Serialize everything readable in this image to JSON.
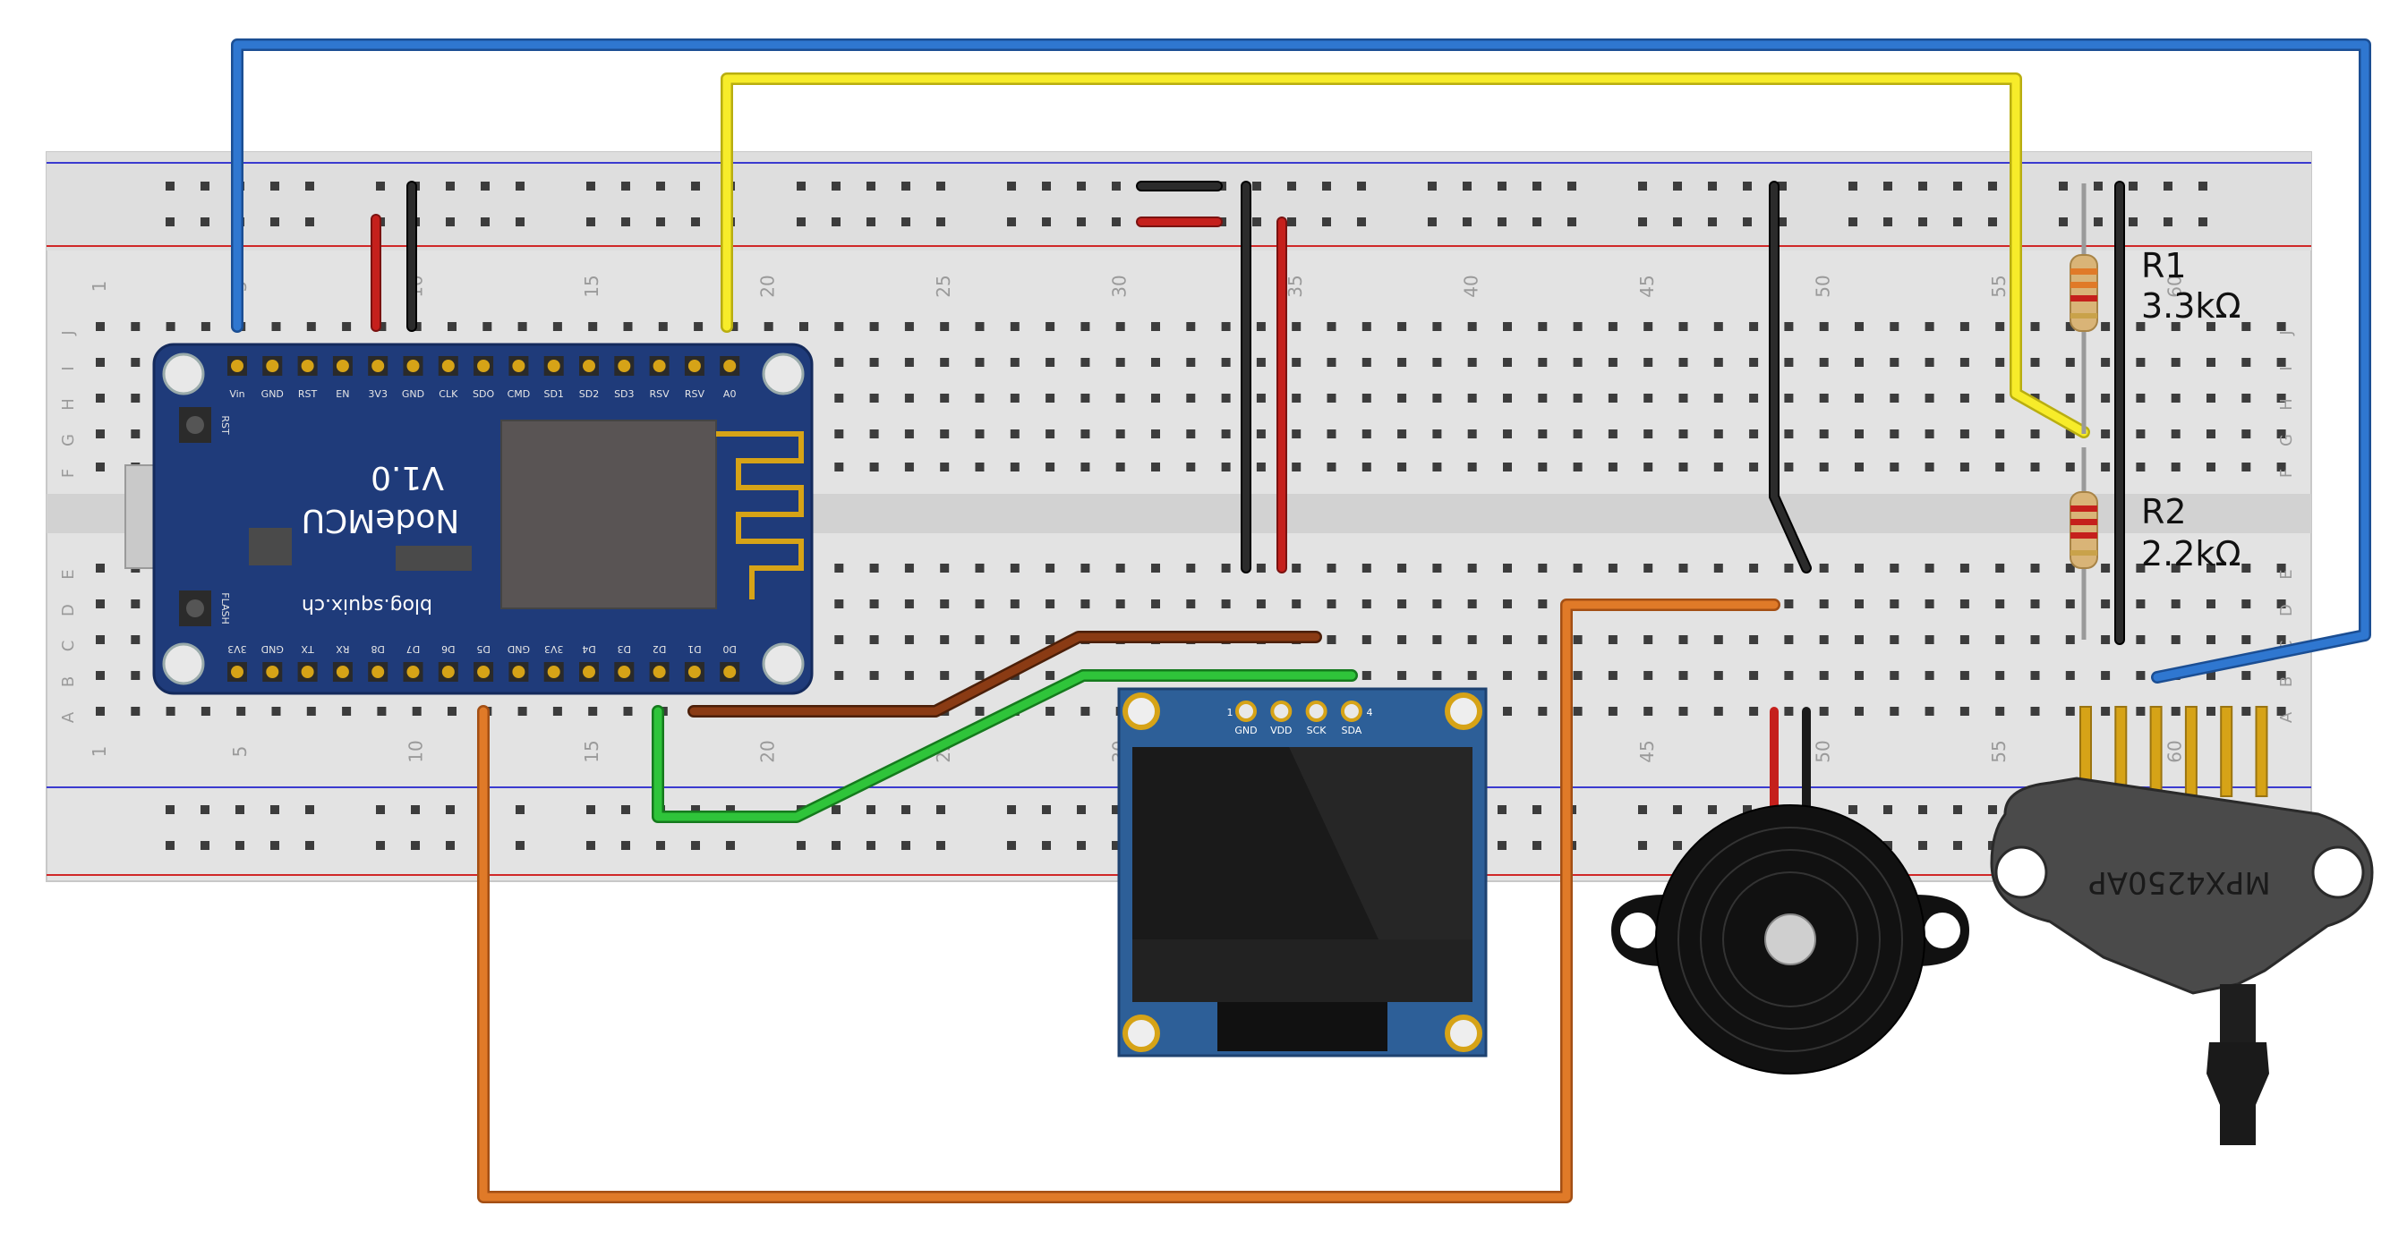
{
  "breadboard": {
    "columns": [
      "1",
      "5",
      "10",
      "15",
      "20",
      "25",
      "30",
      "35",
      "40",
      "45",
      "50",
      "55",
      "60"
    ],
    "rows_top": [
      "J",
      "I",
      "H",
      "G",
      "F"
    ],
    "rows_bottom": [
      "E",
      "D",
      "C",
      "B",
      "A"
    ]
  },
  "nodemcu": {
    "name": "NodeMCU",
    "version": "V1.0",
    "url": "blog.squix.ch",
    "btn_rst": "RST",
    "btn_flash": "FLASH",
    "pins_top": [
      "Vin",
      "GND",
      "RST",
      "EN",
      "3V3",
      "GND",
      "CLK",
      "SDO",
      "CMD",
      "SD1",
      "SD2",
      "SD3",
      "RSV",
      "RSV",
      "A0"
    ],
    "pins_bottom": [
      "3V3",
      "GND",
      "TX",
      "RX",
      "D8",
      "D7",
      "D6",
      "D5",
      "GND",
      "3V3",
      "D4",
      "D3",
      "D2",
      "D1",
      "D0"
    ]
  },
  "oled": {
    "pin_numbers": [
      "1",
      "4"
    ],
    "pins": [
      "GND",
      "VDD",
      "SCK",
      "SDA"
    ]
  },
  "resistors": [
    {
      "name": "R1",
      "value": "3.3kΩ"
    },
    {
      "name": "R2",
      "value": "2.2kΩ"
    }
  ],
  "sensor": {
    "label": "MPX4250AP"
  },
  "colors": {
    "blue": "#2f77d0",
    "yellow": "#f7ec2a",
    "red": "#c5201c",
    "black": "#222222",
    "brown": "#8a3b14",
    "green": "#2fc43a",
    "orange": "#e07a28",
    "board": "#1f3b7a",
    "breadboard": "#dcdcdc"
  }
}
